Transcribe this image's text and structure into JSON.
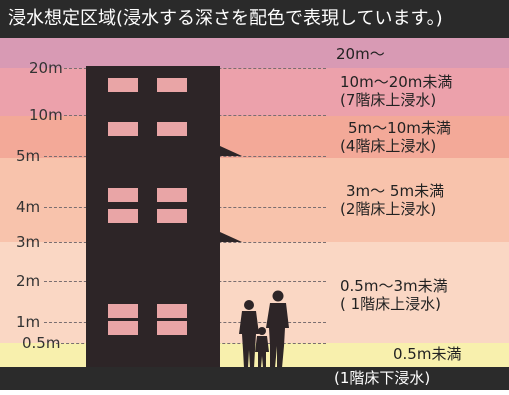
{
  "title": "浸水想定区域(浸水する深さを配色で表現しています。)",
  "colors": {
    "header_bg": "#2a2a2a",
    "band_20m_plus": "#d89ab4",
    "band_10_20m": "#eca1ab",
    "band_5_10m": "#f3a998",
    "band_3_5m": "#f8c3ac",
    "band_0_5_3m": "#fad7c4",
    "band_below_0_5m": "#f8f0ad",
    "building": "#2d2527",
    "window": "#e9a5a6"
  },
  "depth_levels": [
    {
      "label": "20m"
    },
    {
      "label": "10m"
    },
    {
      "label": "5m"
    },
    {
      "label": "4m"
    },
    {
      "label": "3m"
    },
    {
      "label": "2m"
    },
    {
      "label": "1m"
    },
    {
      "label": "0.5m"
    }
  ],
  "categories": [
    {
      "range": "20m〜",
      "note": ""
    },
    {
      "range": "10m〜20m未満",
      "note": "(7階床上浸水)"
    },
    {
      "range": "5m〜10m未満",
      "note": "(4階床上浸水)"
    },
    {
      "range": "3m〜 5m未満",
      "note": "(2階床上浸水)"
    },
    {
      "range": "0.5m〜3m未満",
      "note": "( 1階床上浸水)"
    },
    {
      "range": "0.5m未満",
      "note": "(1階床下浸水)"
    }
  ]
}
